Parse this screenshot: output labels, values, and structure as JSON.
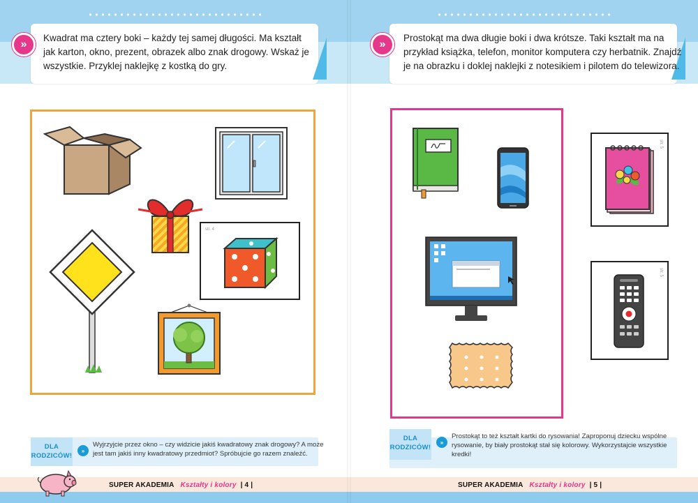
{
  "left_page": {
    "intro_text_lines": [
      "Kwadrat ma cztery boki – każdy tej samej długości. Ma kształt",
      "jak karton, okno, prezent, obrazek albo znak drogowy. Wskaż je",
      "wszystkie. Przyklej naklejkę z kostką do gry."
    ],
    "sticker_label": "str. 4",
    "tip_label_line1": "DLA",
    "tip_label_line2": "RODZICÓW!",
    "tip_text_lines": [
      "Wyjrzyjcie przez okno – czy widzicie jakiś kwadratowy znak drogowy? A może",
      "jest tam jakiś inny kwadratowy przedmiot? Spróbujcie go razem znaleźć."
    ],
    "footer_brand": "SUPER AKADEMIA",
    "footer_title": "Kształty i kolory",
    "footer_page": "| 4 |"
  },
  "right_page": {
    "intro_text_lines": [
      "Prostokąt ma dwa długie boki i dwa krótsze. Taki kształt ma na",
      "przykład książka, telefon, monitor komputera czy herbatnik. Znajdź",
      "je na obrazku i doklej naklejki z notesikiem i pilotem do telewizora."
    ],
    "sticker_label_1": "str. 5",
    "sticker_label_2": "str. 5",
    "tip_label_line1": "DLA",
    "tip_label_line2": "RODZICÓW!",
    "tip_text_lines": [
      "Prostokąt to też kształt kartki do rysowania! Zaproponuj dziecku wspólne",
      "rysowanie, by biały prostokąt stał się kolorowy. Wykorzystajcie wszystkie",
      "kredki!"
    ],
    "footer_brand": "SUPER AKADEMIA",
    "footer_title": "Kształty i kolory",
    "footer_page": "| 5 |"
  },
  "badge_glyph": "»",
  "colors": {
    "pink_accent": "#e5388a",
    "orange_frame": "#f3a33b",
    "sky_blue": "#9fd3ef",
    "tip_blue": "#1a9ad8"
  },
  "icons": [
    "arrow-badge-icon",
    "box-icon",
    "window-icon",
    "gift-icon",
    "road-sign-icon",
    "dice-icon",
    "picture-frame-icon",
    "book-icon",
    "smartphone-icon",
    "monitor-icon",
    "biscuit-icon",
    "notebook-icon",
    "remote-icon",
    "pig-icon"
  ]
}
